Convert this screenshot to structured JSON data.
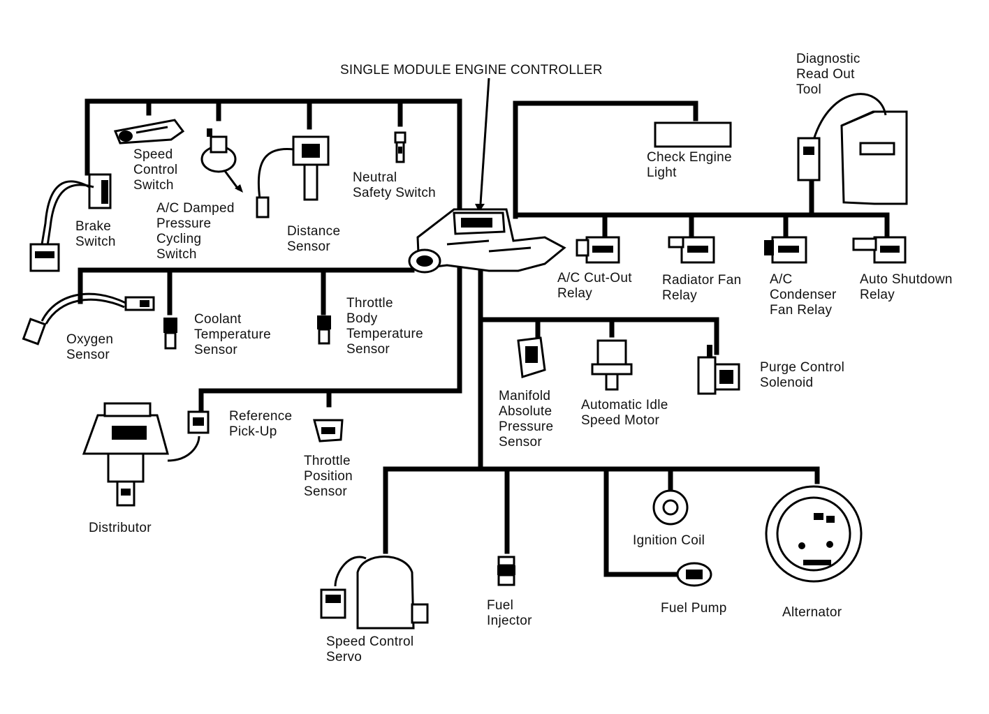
{
  "title": "SINGLE MODULE ENGINE CONTROLLER",
  "colors": {
    "ink": "#000000",
    "background": "#ffffff"
  },
  "labels": {
    "diagnostic_tool": "Diagnostic\nRead Out\nTool",
    "check_engine_light": "Check Engine\nLight",
    "speed_control_switch": "Speed\nControl\nSwitch",
    "ac_damped_switch": "A/C Damped\nPressure\nCycling\nSwitch",
    "brake_switch": "Brake\nSwitch",
    "distance_sensor": "Distance\nSensor",
    "neutral_safety_switch": "Neutral\nSafety Switch",
    "ac_cutout_relay": "A/C Cut-Out\nRelay",
    "radiator_fan_relay": "Radiator Fan\nRelay",
    "ac_condenser_fan_relay": "A/C\nCondenser\nFan Relay",
    "auto_shutdown_relay": "Auto Shutdown\nRelay",
    "oxygen_sensor": "Oxygen\nSensor",
    "coolant_temp_sensor": "Coolant\nTemperature\nSensor",
    "throttle_body_temp_sensor": "Throttle\nBody\nTemperature\nSensor",
    "manifold_pressure_sensor": "Manifold\nAbsolute\nPressure\nSensor",
    "idle_speed_motor": "Automatic Idle\nSpeed Motor",
    "purge_control_solenoid": "Purge Control\nSolenoid",
    "reference_pickup": "Reference\nPick-Up",
    "throttle_position_sensor": "Throttle\nPosition\nSensor",
    "distributor": "Distributor",
    "ignition_coil": "Ignition Coil",
    "fuel_pump": "Fuel Pump",
    "alternator": "Alternator",
    "fuel_injector": "Fuel\nInjector",
    "speed_control_servo": "Speed Control\nServo"
  }
}
